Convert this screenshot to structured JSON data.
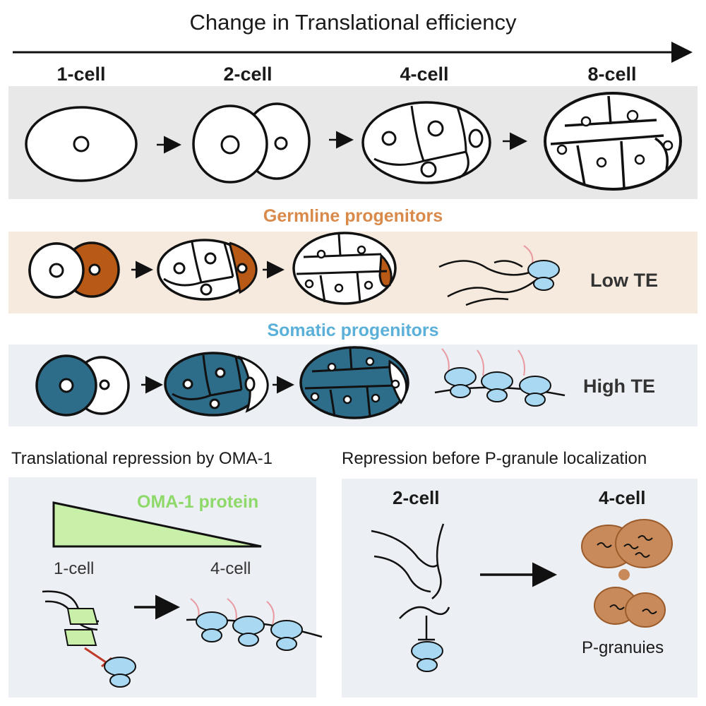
{
  "title": "Change in Translational efficiency",
  "stages": [
    "1-cell",
    "2-cell",
    "4-cell",
    "8-cell"
  ],
  "germline": {
    "title": "Germline progenitors",
    "te_label": "Low TE"
  },
  "somatic": {
    "title": "Somatic progenitors",
    "te_label": "High TE"
  },
  "oma_panel": {
    "title": "Translational repression by OMA-1",
    "protein_label": "OMA-1 protein",
    "axis_start": "1-cell",
    "axis_end": "4-cell"
  },
  "pgranule_panel": {
    "title": "Repression before P-granule localization",
    "left_stage": "2-cell",
    "right_stage": "4-cell",
    "granule_label": "P-granuies"
  },
  "colors": {
    "germline": "#b85a16",
    "germline_bg": "#f6e9dd",
    "somatic": "#2e6d8a",
    "somatic_bg": "#eceff3",
    "ribosome": "#a9d8f2",
    "oma": "#c9f0a8",
    "granule": "#c88a5a",
    "section_germ_title": "#d98a4a",
    "section_som_title": "#5ab0d8",
    "oma_title": "#8fd96b"
  }
}
